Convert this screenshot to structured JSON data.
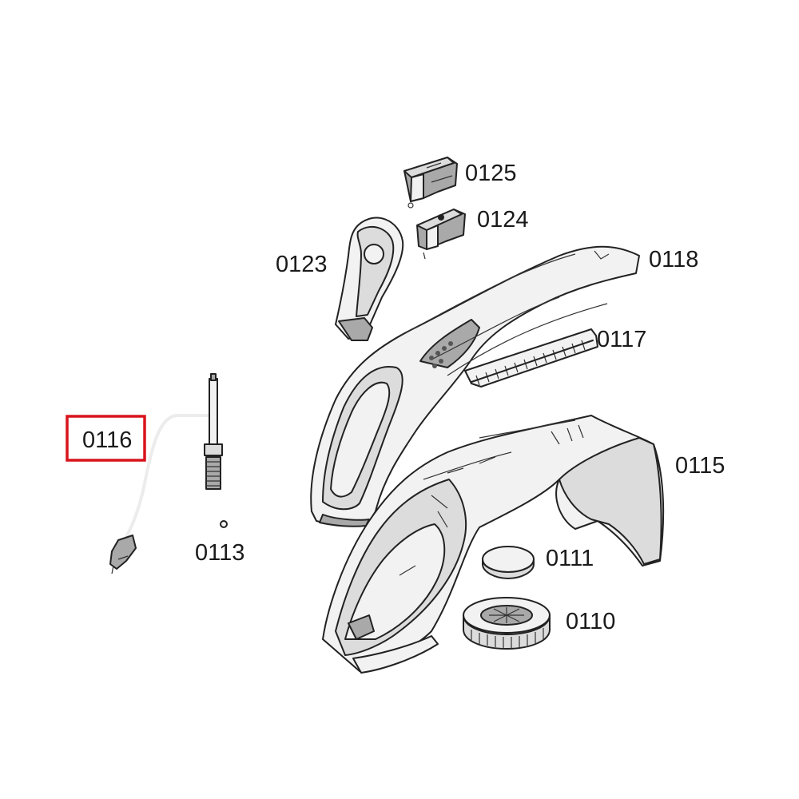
{
  "parts": {
    "p0125": "0125",
    "p0124": "0124",
    "p0123": "0123",
    "p0118": "0118",
    "p0117": "0117",
    "p0116": "0116",
    "p0113": "0113",
    "p0115": "0115",
    "p0111": "0111",
    "p0110": "0110"
  },
  "highlight": {
    "part": "0116",
    "color": "#d9141c"
  },
  "colors": {
    "line": "#222222",
    "shade_light": "#f2f2f2",
    "shade_mid": "#dcdcdc",
    "shade_dark": "#a9a9a9"
  }
}
